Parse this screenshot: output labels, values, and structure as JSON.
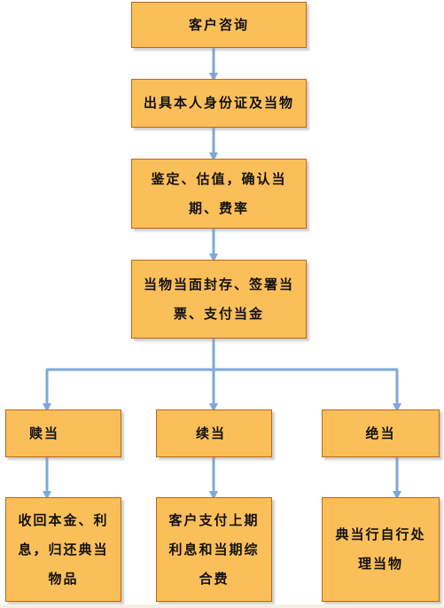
{
  "flowchart": {
    "step1": "客户咨询",
    "step2": "出具本人身份证及当物",
    "step3": "鉴定、估值，确认当期、费率",
    "step4": "当物当面封存、签署当票、支付当金",
    "branches": [
      {
        "title": "赎当",
        "result": "收回本金、利息，归还典当物品"
      },
      {
        "title": "续当",
        "result": "客户支付上期利息和当期综合费"
      },
      {
        "title": "绝当",
        "result": "典当行自行处理当物"
      }
    ]
  },
  "colors": {
    "node_fill": "#fbbf5a",
    "node_border": "#c0650f",
    "connector": "#7ea8d8"
  }
}
